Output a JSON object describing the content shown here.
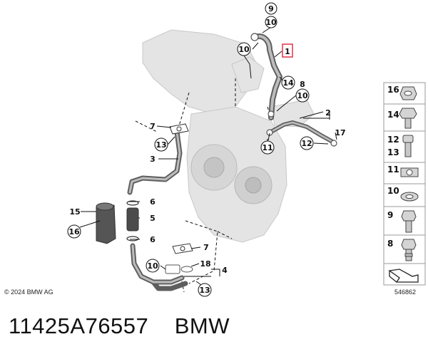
{
  "callouts": {
    "c1": "1",
    "c2": "2",
    "c3": "3",
    "c4": "4",
    "c5": "5",
    "c6a": "6",
    "c6b": "6",
    "c7a": "7",
    "c7b": "7",
    "c8": "8",
    "c9": "9",
    "c10a": "10",
    "c10b": "10",
    "c10c": "10",
    "c11": "11",
    "c12": "12",
    "c13a": "13",
    "c13b": "13",
    "c14": "14",
    "c15": "15",
    "c16": "16",
    "c17": "17",
    "c18": "18"
  },
  "legend": {
    "items": [
      "16",
      "14",
      "12",
      "13",
      "11",
      "10",
      "9",
      "8"
    ],
    "icons": [
      "nut-flange-icon",
      "hex-bolt-icon",
      "socket-screw-icon",
      "clip-nut-icon",
      "washer-icon",
      "banjo-bolt-icon",
      "hollow-bolt-icon",
      "arrow-sheet-icon"
    ]
  },
  "footer": {
    "copyright": "© 2024 BMW AG",
    "diagram_id": "546862",
    "part_number": "11425A76557",
    "brand": "BMW"
  }
}
